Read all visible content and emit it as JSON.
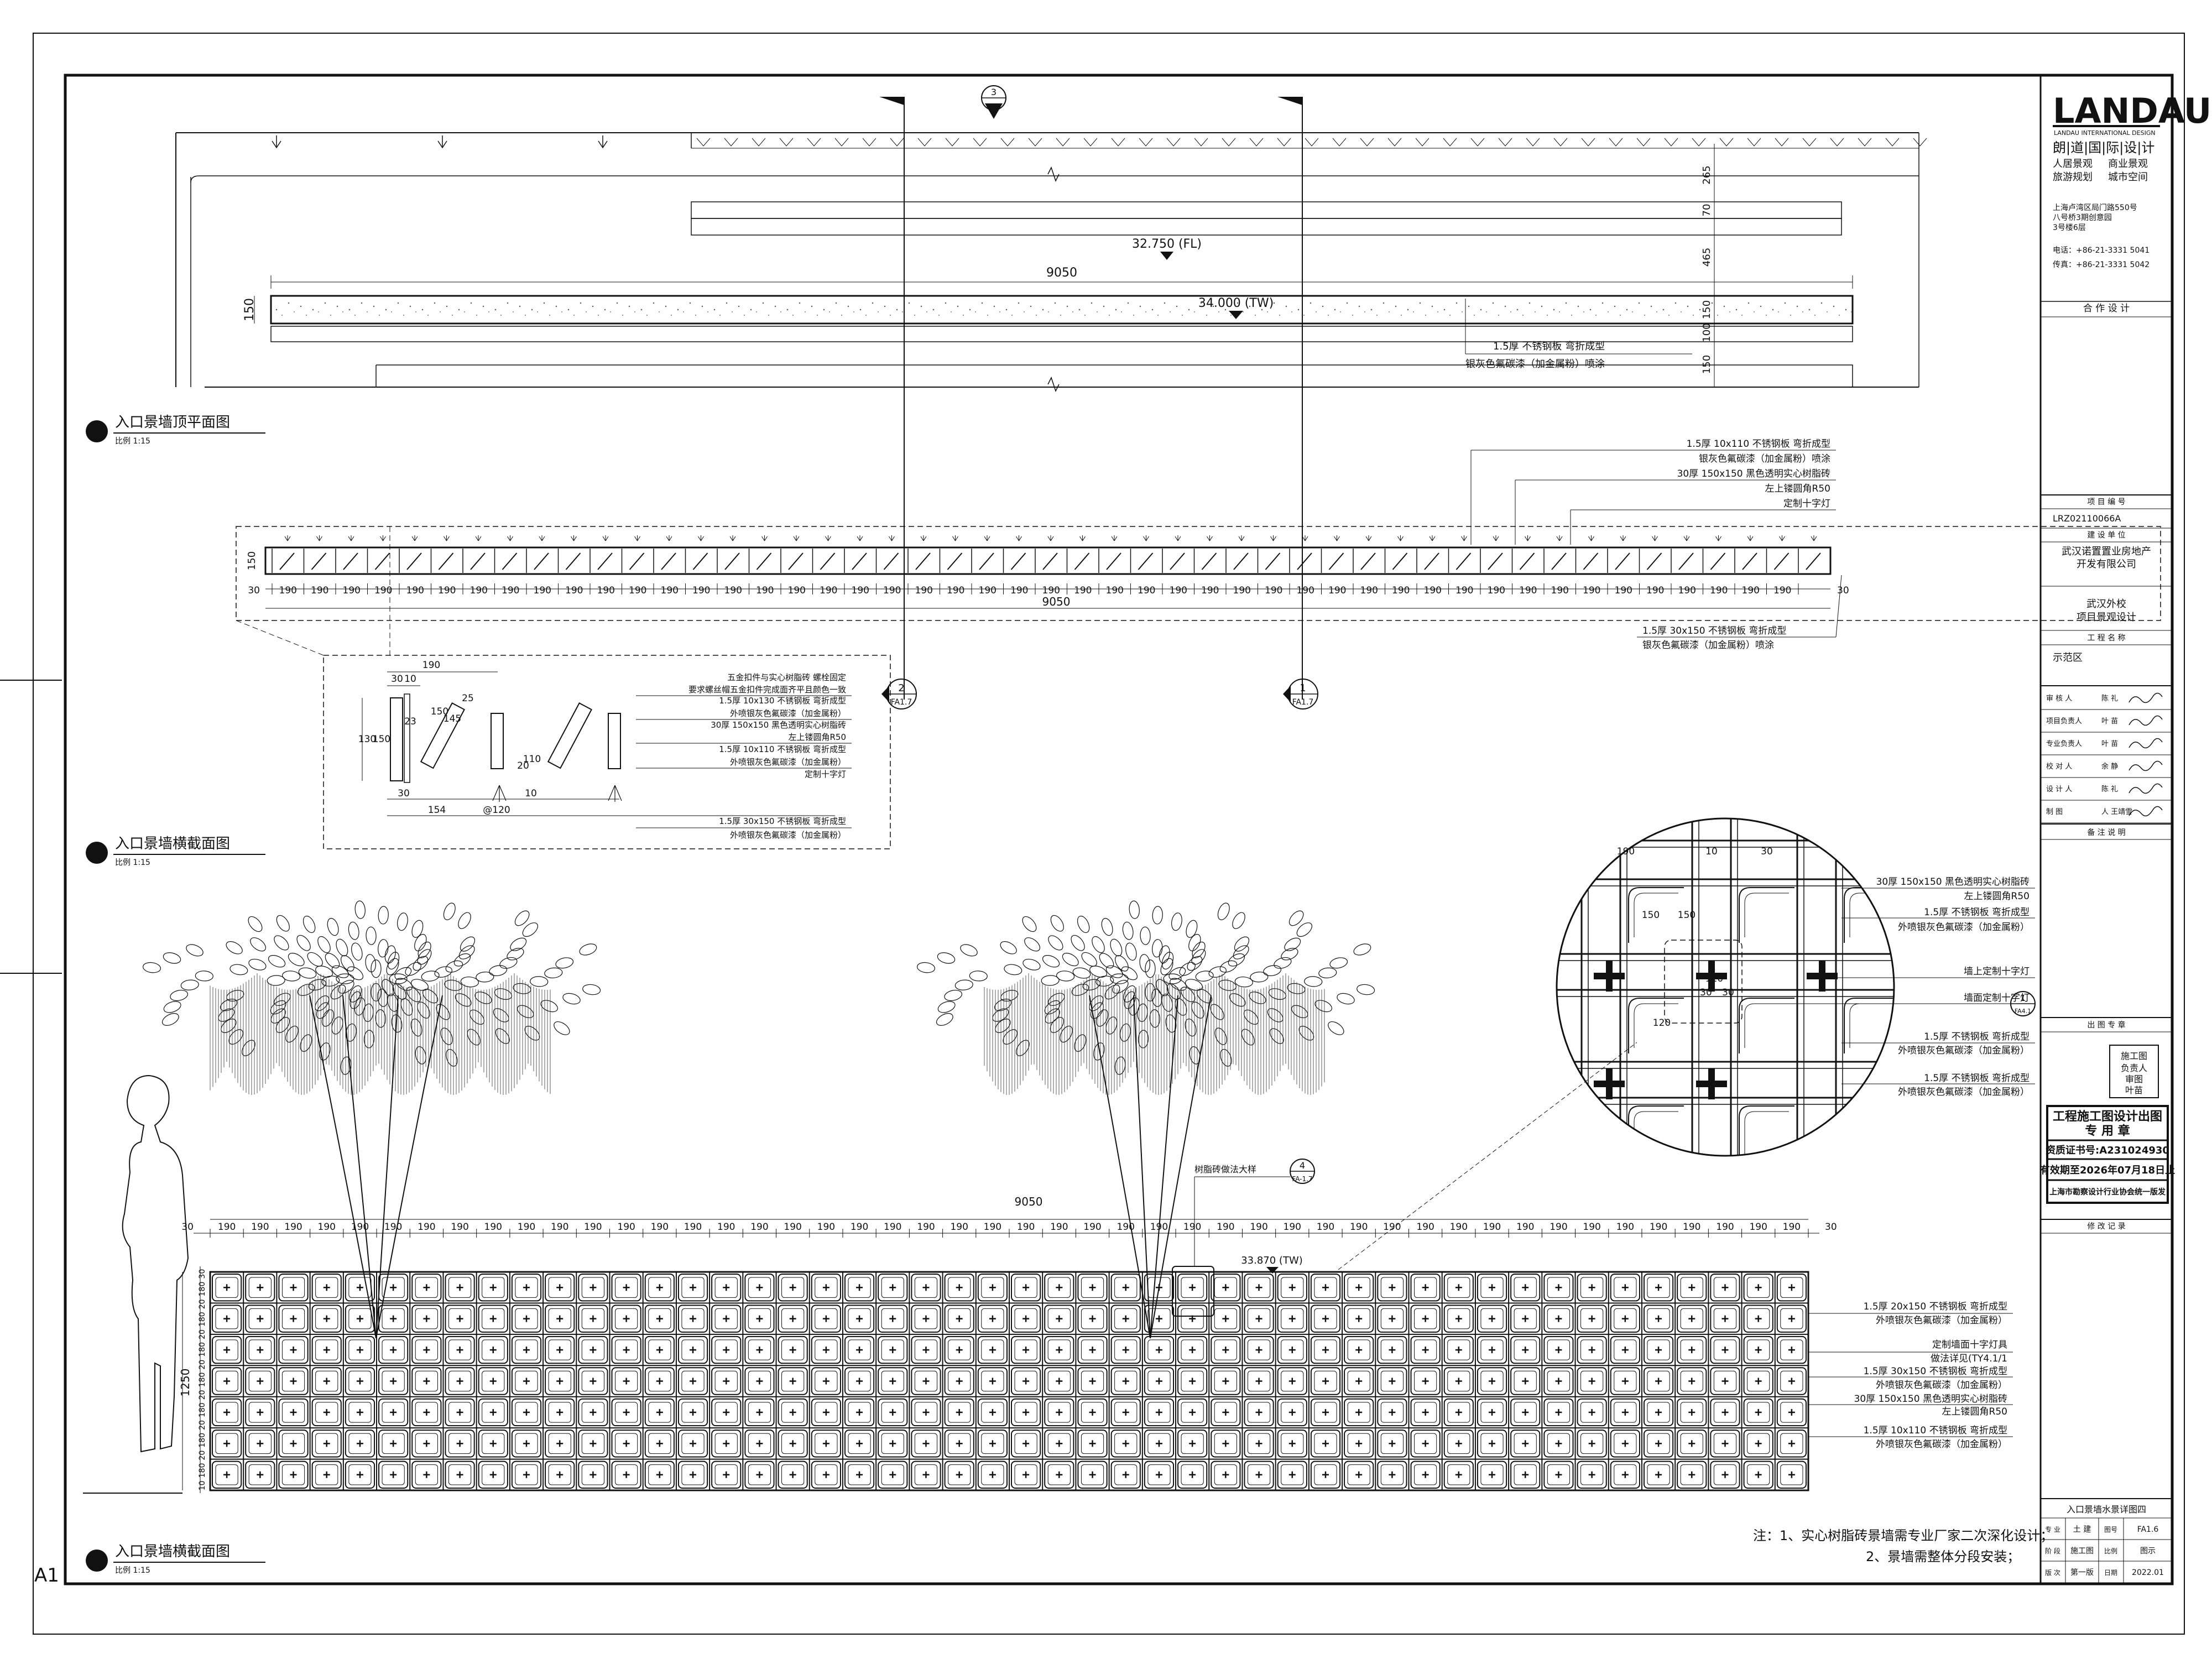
{
  "sheet_label": "A1",
  "plan_view": {
    "title": "入口景墙顶平面图",
    "scale": "比例  1:15",
    "fl_level": "32.750 (FL)",
    "tw_level": "34.000 (TW)",
    "length": "9050",
    "width": "150",
    "dims_right": [
      "265",
      "70",
      "465",
      "150",
      "100",
      "150"
    ],
    "notes": [
      "1.5厚 不锈钢板 弯折成型",
      "银灰色氟碳漆（加金属粉）喷涂"
    ],
    "section_marker": "3"
  },
  "section_strip": {
    "title": "入口景墙横截面图",
    "scale": "比例  1:15",
    "height_dim": "150",
    "module": "190",
    "end": "30",
    "length": "9050",
    "notes_top": [
      "1.5厚 10x110 不锈钢板 弯折成型",
      "银灰色氟碳漆（加金属粉）喷涂",
      "30厚 150x150 黑色透明实心树脂砖",
      "左上镂圆角R50",
      "定制十字灯"
    ],
    "notes_bottom": [
      "1.5厚 30x150 不锈钢板 弯折成型",
      "银灰色氟碳漆（加金属粉）喷涂"
    ],
    "cut_markers": [
      {
        "num": "2",
        "ref": "FA1.7"
      },
      {
        "num": "1",
        "ref": "FA1.7"
      }
    ]
  },
  "section_detail": {
    "dims": [
      "190",
      "30",
      "10",
      "150",
      "145",
      "25",
      "23",
      "154",
      "@120",
      "110",
      "20",
      "130",
      "150",
      "10",
      "30"
    ],
    "notes": [
      "五金扣件与实心树脂砖 螺栓固定",
      "要求螺丝帽五金扣件完成面齐平且颜色一致",
      "1.5厚 10x130 不锈钢板 弯折成型",
      "外喷银灰色氟碳漆（加金属粉）",
      "30厚 150x150 黑色透明实心树脂砖",
      "左上镂圆角R50",
      "1.5厚 10x110 不锈钢板 弯折成型",
      "外喷银灰色氟碳漆（加金属粉）",
      "定制十字灯",
      "1.5厚 30x150 不锈钢板 弯折成型",
      "外喷银灰色氟碳漆（加金属粉）"
    ]
  },
  "circle_detail": {
    "dims": [
      "190",
      "10",
      "30",
      "150",
      "150",
      "120",
      "30",
      "30",
      "120"
    ],
    "notes": [
      "30厚 150x150 黑色透明实心树脂砖",
      "左上镂圆角R50",
      "1.5厚 不锈钢板 弯折成型",
      "外喷银灰色氟碳漆（加金属粉）",
      "墙上定制十字灯",
      "墙面定制十字灯",
      "1.5厚 不锈钢板 弯折成型",
      "外喷银灰色氟碳漆（加金属粉）",
      "1.5厚 不锈钢板 弯折成型",
      "外喷银灰色氟碳漆（加金属粉）"
    ],
    "marker": {
      "num": "1",
      "ref": "FA4.1"
    }
  },
  "elevation": {
    "title": "入口景墙横截面图",
    "scale": "比例  1:15",
    "length": "9050",
    "module": "190",
    "end": "30",
    "height": "1250",
    "tw_level": "33.870 (TW)",
    "row_dims": [
      "30",
      "180",
      "20",
      "180",
      "20",
      "180",
      "20",
      "180",
      "20",
      "180",
      "20",
      "180",
      "20",
      "180",
      "10"
    ],
    "detail_marker": {
      "label": "树脂砖做法大样",
      "num": "4",
      "ref": "FA-1.7"
    },
    "notes": [
      "1.5厚 20x150 不锈钢板 弯折成型",
      "外喷银灰色氟碳漆（加金属粉）",
      "定制墙面十字灯具",
      "做法详见(TY4.1/1",
      "1.5厚 30x150 不锈钢板 弯折成型",
      "外喷银灰色氟碳漆（加金属粉）",
      "30厚 150x150 黑色透明实心树脂砖",
      "左上镂圆角R50",
      "1.5厚 10x110 不锈钢板 弯折成型",
      "外喷银灰色氟碳漆（加金属粉）"
    ],
    "footnote_1": "注：1、实心树脂砖景墙需专业厂家二次深化设计；",
    "footnote_2": "2、景墙需整体分段安装；"
  },
  "title_block": {
    "logo": "LANDAU",
    "logo_sub": "LANDAU INTERNATIONAL DESIGN",
    "company_cn": "朗|道|国|际|设|计",
    "services": [
      "人居景观",
      "商业景观",
      "旅游规划",
      "城市空间"
    ],
    "address": [
      "上海卢湾区局门路550号",
      "八号桥3期创意园",
      "3号楼6层"
    ],
    "phone": "电话：+86-21-3331 5041",
    "fax": "传真：+86-21-3331 5042",
    "coop_header": "合 作 设 计",
    "project_no_label": "项 目 编 号",
    "project_no": "LRZ02110066A",
    "client_label": "建 设 单 位",
    "client": [
      "武汉诺置置业房地产",
      "开发有限公司"
    ],
    "project": [
      "武汉外校",
      "项目景观设计"
    ],
    "project_name_label": "工 程 名 称",
    "project_name": "示范区",
    "sign_rows": [
      "审 核 人 陈 礼",
      "项目负责人 叶 苗",
      "专业负责人 叶 苗",
      "校 对 人 余 静",
      "设 计 人 陈 礼",
      "制 图 人 王靖雪"
    ],
    "remarks_header": "备 注 说 明",
    "stamp_header": "出 图 专 章",
    "stamp_lines": [
      "工程施工图设计出图",
      "专 用 章",
      "资质证书号:A231024930",
      "有效期至2026年07月18日止",
      "上海市勘察设计行业协会统一版发"
    ],
    "stamp_small": [
      "施工图",
      "负责人",
      "审图",
      "叶苗"
    ],
    "revision_header": "修 改 记 录",
    "drawing_name": "入口景墙水景详图四",
    "rows": [
      {
        "l1": "专 业",
        "v1": "土 建",
        "l2": "图号",
        "v2": "FA1.6"
      },
      {
        "l1": "阶 段",
        "v1": "施工图",
        "l2": "比例",
        "v2": "图示"
      },
      {
        "l1": "版 次",
        "v1": "第一版",
        "l2": "日期",
        "v2": "2022.01"
      }
    ]
  },
  "colors": {
    "line": "#111111",
    "paper": "#ffffff"
  }
}
